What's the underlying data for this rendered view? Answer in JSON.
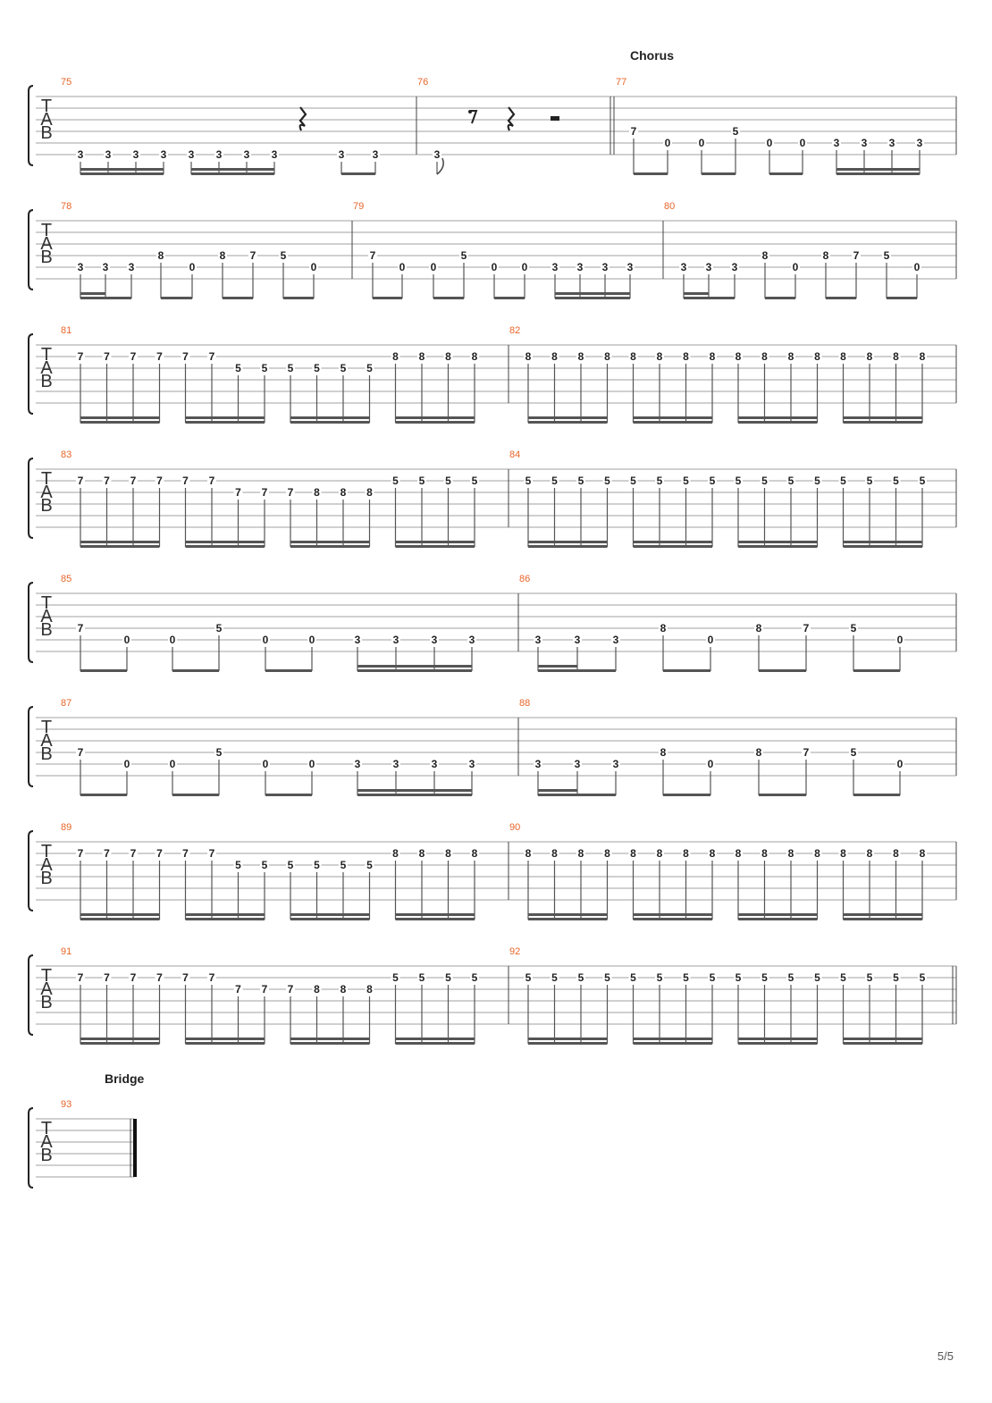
{
  "sections": [
    {
      "label": "Chorus"
    },
    {
      "label": "Bridge"
    }
  ],
  "page_number": "5/5",
  "colors": {
    "measure_number": "#e8662a",
    "line": "#a0a0a0",
    "ink": "#333333"
  },
  "systems": [
    {
      "measures": [
        {
          "number": "75",
          "notes": [
            "3",
            "3",
            "3",
            "3",
            "3",
            "3",
            "3",
            "3",
            "3",
            "3"
          ],
          "rests": [
            "quarter-rest-icon"
          ]
        },
        {
          "number": "76",
          "notes": [
            "3"
          ],
          "rests": [
            "eighth-rest-icon",
            "quarter-rest-icon",
            "half-rest-icon"
          ]
        },
        {
          "number": "77",
          "notes": [
            "7",
            "0",
            "0",
            "5",
            "0",
            "0",
            "3",
            "3",
            "3",
            "3"
          ]
        }
      ]
    },
    {
      "measures": [
        {
          "number": "78",
          "notes": [
            "3",
            "3",
            "3",
            "8",
            "0",
            "8",
            "7",
            "5",
            "0"
          ]
        },
        {
          "number": "79",
          "notes": [
            "7",
            "0",
            "0",
            "5",
            "0",
            "0",
            "3",
            "3",
            "3",
            "3"
          ]
        },
        {
          "number": "80",
          "notes": [
            "3",
            "3",
            "3",
            "8",
            "0",
            "8",
            "7",
            "5",
            "0"
          ]
        }
      ]
    },
    {
      "measures": [
        {
          "number": "81",
          "notes": [
            "7",
            "7",
            "7",
            "7",
            "7",
            "7",
            "5",
            "5",
            "5",
            "5",
            "5",
            "5",
            "8",
            "8",
            "8",
            "8"
          ]
        },
        {
          "number": "82",
          "notes": [
            "8",
            "8",
            "8",
            "8",
            "8",
            "8",
            "8",
            "8",
            "8",
            "8",
            "8",
            "8",
            "8",
            "8",
            "8",
            "8"
          ]
        }
      ]
    },
    {
      "measures": [
        {
          "number": "83",
          "notes": [
            "7",
            "7",
            "7",
            "7",
            "7",
            "7",
            "7",
            "7",
            "7",
            "8",
            "8",
            "8",
            "5",
            "5",
            "5",
            "5"
          ]
        },
        {
          "number": "84",
          "notes": [
            "5",
            "5",
            "5",
            "5",
            "5",
            "5",
            "5",
            "5",
            "5",
            "5",
            "5",
            "5",
            "5",
            "5",
            "5",
            "5"
          ]
        }
      ]
    },
    {
      "measures": [
        {
          "number": "85",
          "notes": [
            "7",
            "0",
            "0",
            "5",
            "0",
            "0",
            "3",
            "3",
            "3",
            "3"
          ]
        },
        {
          "number": "86",
          "notes": [
            "3",
            "3",
            "3",
            "8",
            "0",
            "8",
            "7",
            "5",
            "0"
          ]
        }
      ]
    },
    {
      "measures": [
        {
          "number": "87",
          "notes": [
            "7",
            "0",
            "0",
            "5",
            "0",
            "0",
            "3",
            "3",
            "3",
            "3"
          ]
        },
        {
          "number": "88",
          "notes": [
            "3",
            "3",
            "3",
            "8",
            "0",
            "8",
            "7",
            "5",
            "0"
          ]
        }
      ]
    },
    {
      "measures": [
        {
          "number": "89",
          "notes": [
            "7",
            "7",
            "7",
            "7",
            "7",
            "7",
            "5",
            "5",
            "5",
            "5",
            "5",
            "5",
            "8",
            "8",
            "8",
            "8"
          ]
        },
        {
          "number": "90",
          "notes": [
            "8",
            "8",
            "8",
            "8",
            "8",
            "8",
            "8",
            "8",
            "8",
            "8",
            "8",
            "8",
            "8",
            "8",
            "8",
            "8"
          ]
        }
      ]
    },
    {
      "measures": [
        {
          "number": "91",
          "notes": [
            "7",
            "7",
            "7",
            "7",
            "7",
            "7",
            "7",
            "7",
            "7",
            "8",
            "8",
            "8",
            "5",
            "5",
            "5",
            "5"
          ]
        },
        {
          "number": "92",
          "notes": [
            "5",
            "5",
            "5",
            "5",
            "5",
            "5",
            "5",
            "5",
            "5",
            "5",
            "5",
            "5",
            "5",
            "5",
            "5",
            "5"
          ]
        }
      ]
    },
    {
      "measures": [
        {
          "number": "93",
          "notes": []
        }
      ]
    }
  ],
  "tab_clef": [
    "T",
    "A",
    "B"
  ]
}
